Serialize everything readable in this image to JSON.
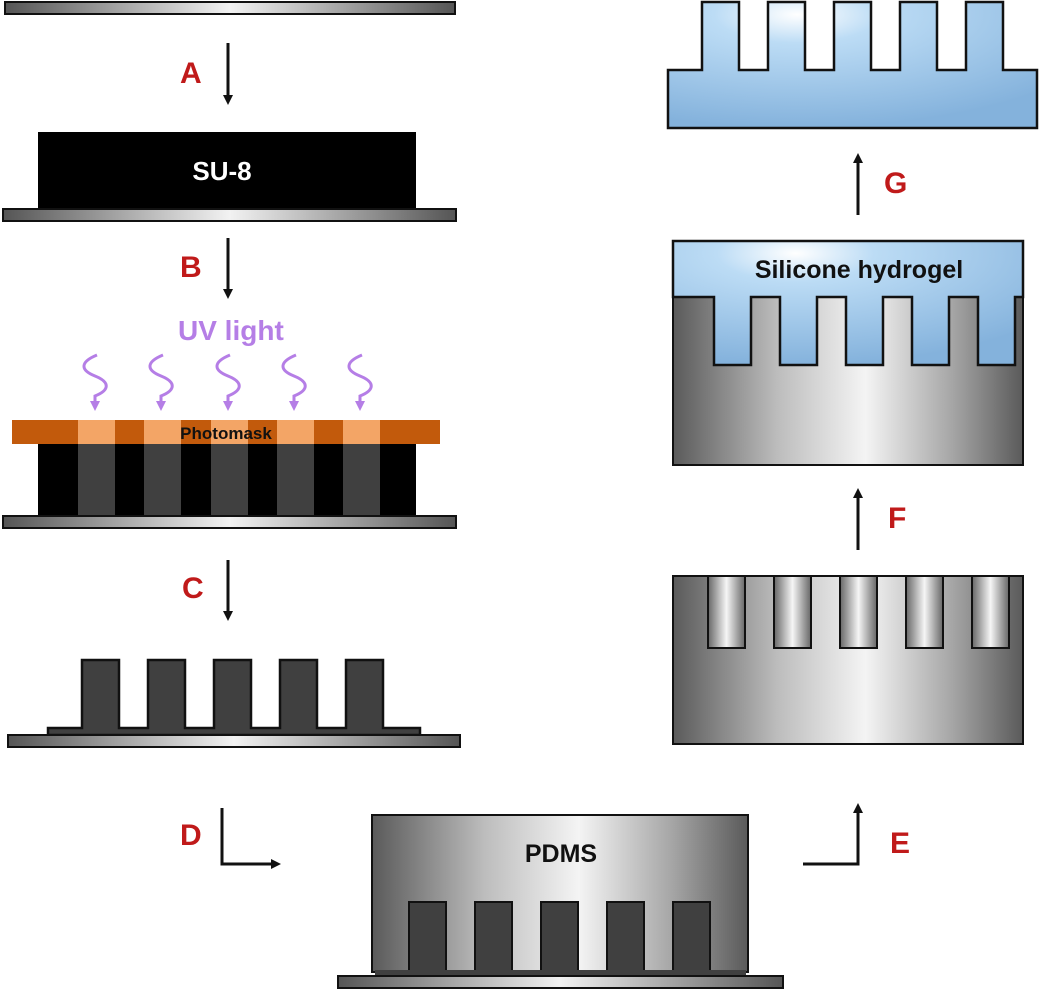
{
  "steps": {
    "a": "A",
    "b": "B",
    "c": "C",
    "d": "D",
    "e": "E",
    "f": "F",
    "g": "G"
  },
  "labels": {
    "su8": "SU-8",
    "uv_light": "UV light",
    "photomask": "Photomask",
    "pdms": "PDMS",
    "silicone_hydrogel": "Silicone hydrogel"
  },
  "colors": {
    "step_label": "#c01a1a",
    "su8": "#000000",
    "exposed_su8": "#404040",
    "photomask_dark": "#c25a0c",
    "photomask_light": "#f3a566",
    "uv": "#b57ee6",
    "hydrogel": "#9dc8ee"
  }
}
